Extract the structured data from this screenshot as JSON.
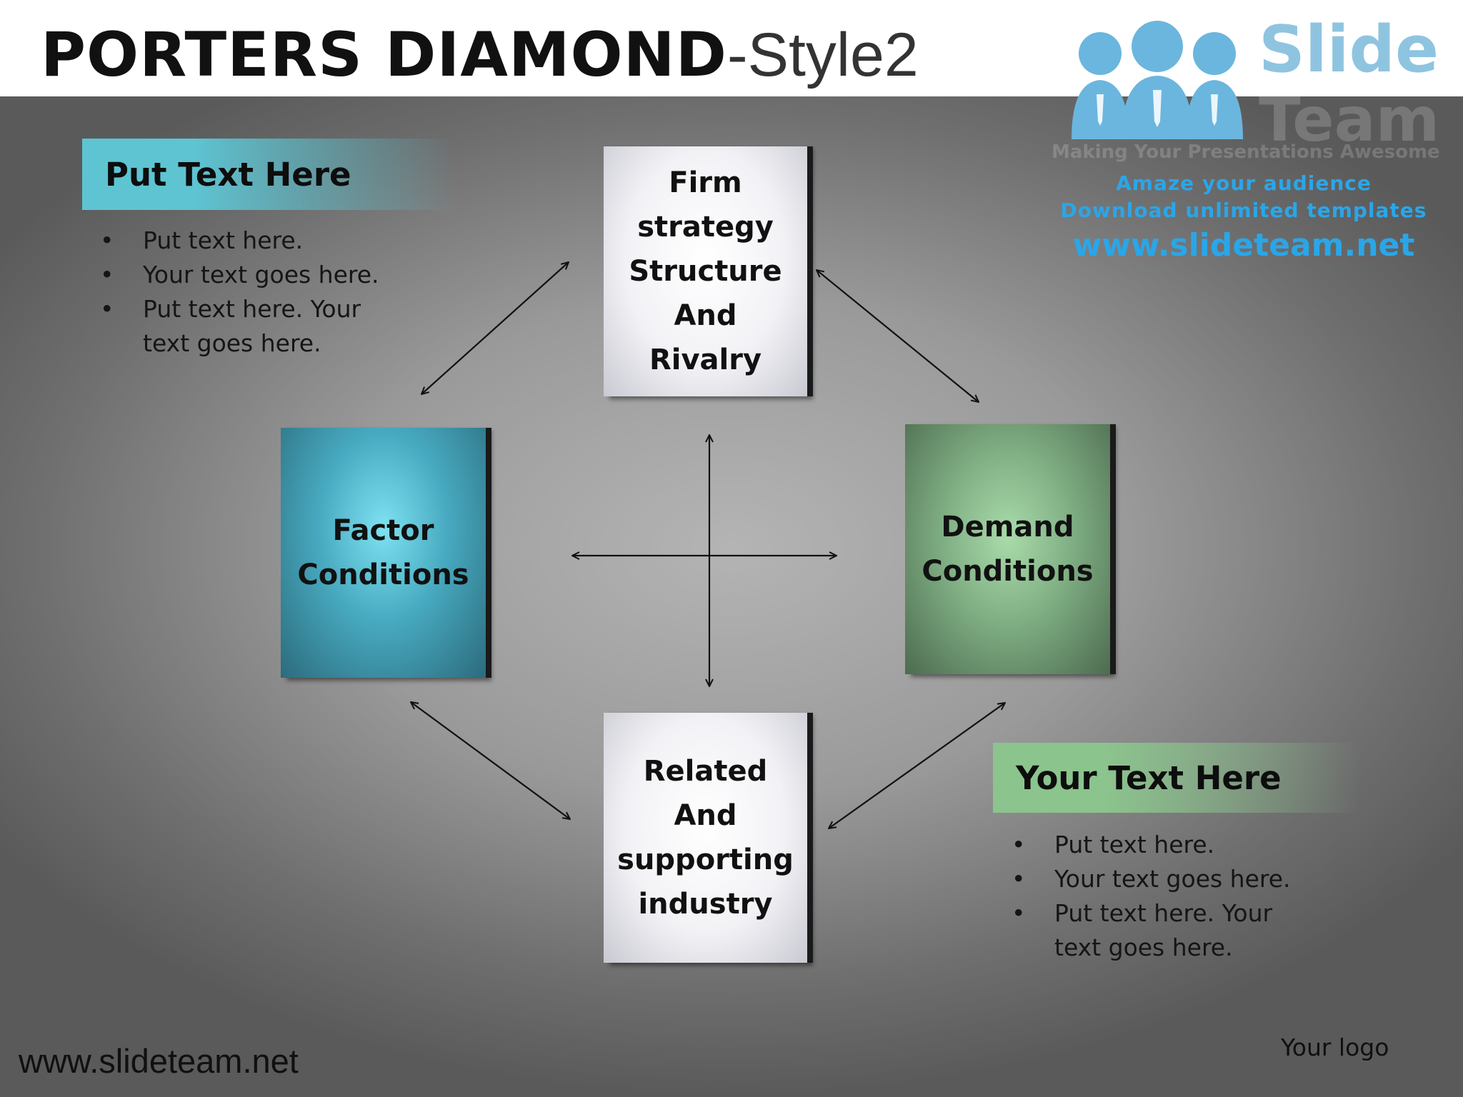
{
  "slide": {
    "title_main": "PORTERS DIAMOND",
    "title_sub": "-Style2"
  },
  "brand": {
    "logo_word1": "Slide",
    "logo_word2": "Team",
    "logo_tagline": "Making Your Presentations Awesome",
    "promo_line1": "Amaze your audience",
    "promo_line2": "Download unlimited templates",
    "promo_url": "www.slideteam.net",
    "accent_color": "#2aa6e8"
  },
  "diamond": {
    "top": "Firm\nstrategy\nStructure\nAnd\nRivalry",
    "left": "Factor\nConditions",
    "right": "Demand\nConditions",
    "bottom": "Related\nAnd\nsupporting\nindustry",
    "left_color": "#47a9bf",
    "right_color": "#7fae83",
    "top_color": "#f2f2f6",
    "bottom_color": "#f2f2f6"
  },
  "panel_left": {
    "heading": "Put Text Here",
    "bullets": [
      "Put text here.",
      "Your text goes here.",
      "Put text here. Your text goes here."
    ]
  },
  "panel_right": {
    "heading": "Your Text Here",
    "bullets": [
      "Put text here.",
      "Your text goes here.",
      "Put text here. Your text goes here."
    ]
  },
  "footer": {
    "url": "www.slideteam.net",
    "logo_placeholder": "Your logo"
  },
  "icons": {
    "bullet": "•"
  }
}
